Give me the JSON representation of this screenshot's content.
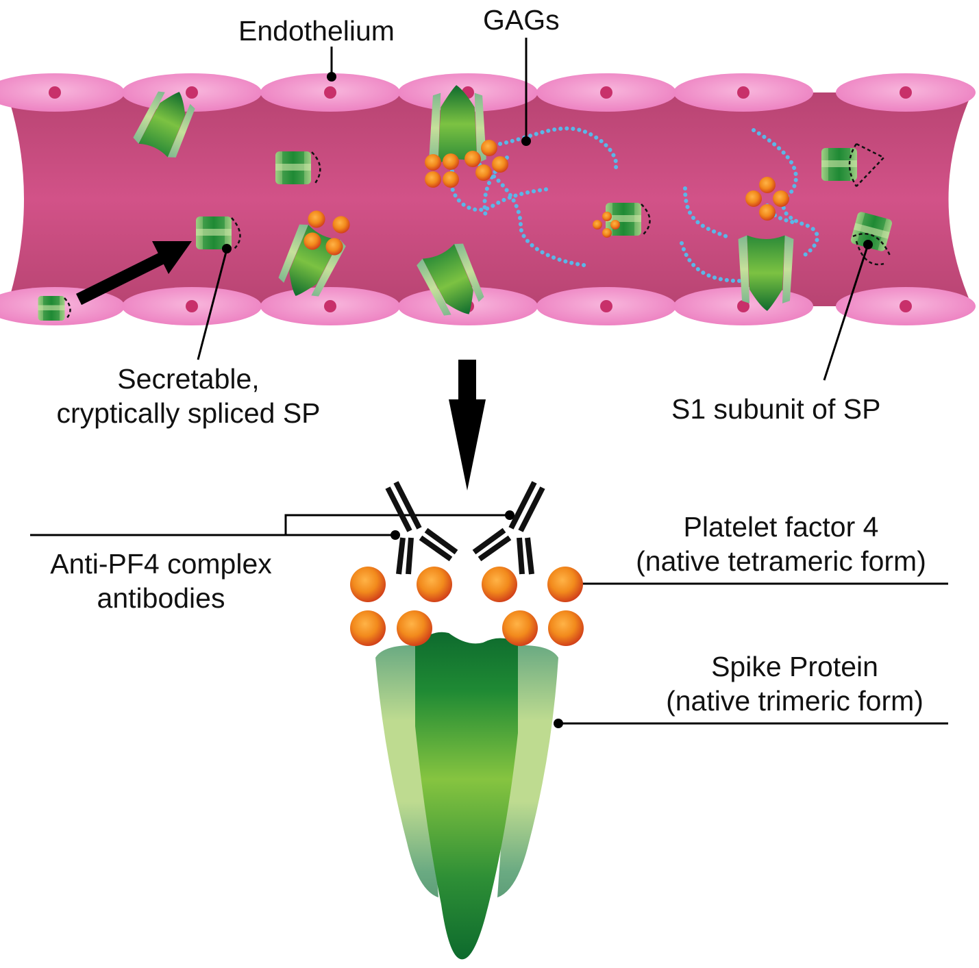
{
  "labels": {
    "endothelium": "Endothelium",
    "gags": "GAGs",
    "secretable_line1": "Secretable,",
    "secretable_line2": "cryptically spliced SP",
    "s1_subunit": "S1 subunit of SP",
    "anti_pf4_line1": "Anti-PF4 complex",
    "anti_pf4_line2": "antibodies",
    "pf4_line1": "Platelet factor 4",
    "pf4_line2": "(native tetrameric form)",
    "spike_line1": "Spike Protein",
    "spike_line2": "(native trimeric form)"
  },
  "colors": {
    "vessel": "#cc4d80",
    "endothelial_cell": "#f08cc8",
    "nucleus": "#c8306a",
    "spike_dark": "#0e6b2e",
    "spike_light": "#8cc63e",
    "pf4_orange": "#f08a1c",
    "pf4_red": "#d6461a",
    "gag_blue": "#5ab7e8",
    "line": "#000000"
  }
}
